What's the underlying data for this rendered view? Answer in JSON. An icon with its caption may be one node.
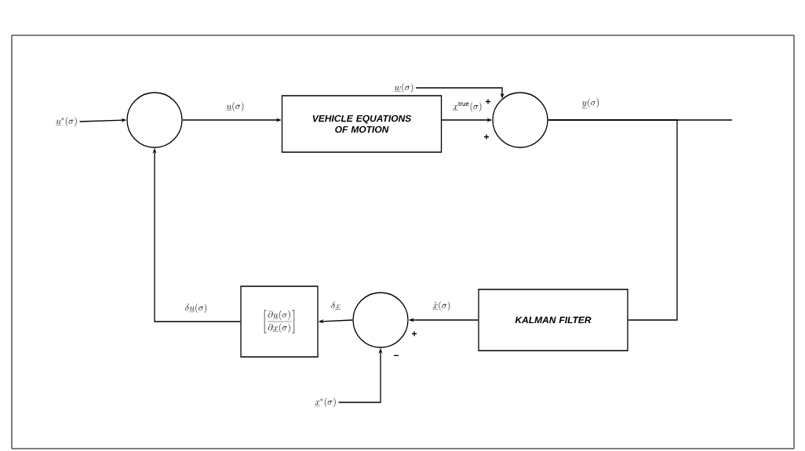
{
  "diagram": {
    "nodes": [
      {
        "text": [
          "\\underline{u}^{*}(\\sigma)"
        ]
      },
      {
        "text": [],
        "shape": "circle"
      },
      {
        "text": [
          "VEHICLE EQUATIONS OF MOTION"
        ]
      },
      {
        "text": [
          "\\underline{w}(\\sigma)"
        ]
      },
      {
        "text": [],
        "shape": "circle"
      },
      {
        "text": [
          "KALMAN FILTER"
        ]
      },
      {
        "text": [],
        "shape": "circle"
      },
      {
        "text": [
          "\\underline{x}^{*}(\\sigma)"
        ]
      },
      {
        "text": [
          "\\left[\\frac{\\partial \\underline{u}(\\sigma)}{\\partial \\underline{x}(\\sigma)}\\right]"
        ]
      }
    ],
    "edges": [
      {
        "from": 0,
        "to": 1,
        "arrow": "to"
      },
      {
        "from": 1,
        "to": 2,
        "arrow": "to",
        "label": "\\underline{u}(\\sigma)"
      },
      {
        "from": 2,
        "to": 4,
        "arrow": "to",
        "label": "\\underline{x}^{\\mathrm{true}}(\\sigma)"
      },
      {
        "from": 3,
        "to": 4,
        "arrow": "to"
      },
      {
        "from": 4,
        "to": null,
        "arrow": "none",
        "label": "\\underline{y}(\\sigma)"
      },
      {
        "from": 4,
        "to": 5,
        "arrow": "none"
      },
      {
        "from": 5,
        "to": 6,
        "arrow": "to",
        "label": "\\hat{\\underline{x}}(\\sigma)"
      },
      {
        "from": 7,
        "to": 6,
        "arrow": "to"
      },
      {
        "from": 6,
        "to": 8,
        "arrow": "to",
        "label": "\\delta\\underline{x}"
      },
      {
        "from": 8,
        "to": 1,
        "arrow": "to",
        "label": "\\delta\\underline{u}(\\sigma)"
      }
    ],
    "labels": [
      "+",
      "+",
      "+",
      "−"
    ]
  }
}
